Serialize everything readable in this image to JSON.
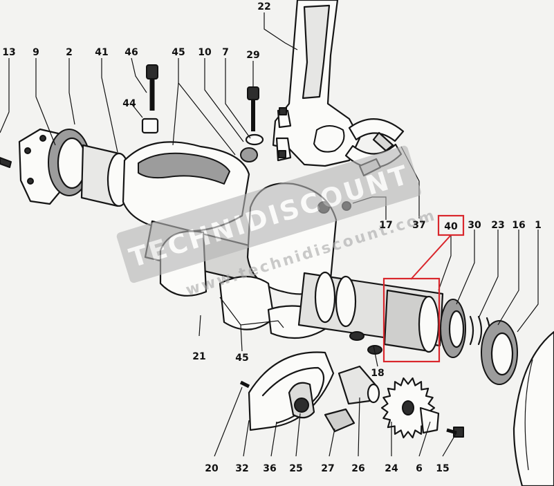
{
  "diagram": {
    "type": "exploded parts diagram",
    "highlighted_part": "40",
    "highlight_color": "#d9262c",
    "watermark": {
      "primary": "TECHNIDISCOUNT",
      "secondary": "www.technidiscount.com",
      "color": "#a8a8a8"
    },
    "callouts": [
      {
        "id": "22",
        "label": "22"
      },
      {
        "id": "13",
        "label": "13"
      },
      {
        "id": "9",
        "label": "9"
      },
      {
        "id": "2",
        "label": "2"
      },
      {
        "id": "41",
        "label": "41"
      },
      {
        "id": "46",
        "label": "46"
      },
      {
        "id": "45-top",
        "label": "45"
      },
      {
        "id": "10",
        "label": "10"
      },
      {
        "id": "7",
        "label": "7"
      },
      {
        "id": "29",
        "label": "29"
      },
      {
        "id": "44",
        "label": "44"
      },
      {
        "id": "17",
        "label": "17"
      },
      {
        "id": "37",
        "label": "37"
      },
      {
        "id": "40",
        "label": "40"
      },
      {
        "id": "30",
        "label": "30"
      },
      {
        "id": "23",
        "label": "23"
      },
      {
        "id": "16",
        "label": "16"
      },
      {
        "id": "1",
        "label": "1"
      },
      {
        "id": "21",
        "label": "21"
      },
      {
        "id": "45-bottom",
        "label": "45"
      },
      {
        "id": "18",
        "label": "18"
      },
      {
        "id": "20",
        "label": "20"
      },
      {
        "id": "32",
        "label": "32"
      },
      {
        "id": "36",
        "label": "36"
      },
      {
        "id": "25",
        "label": "25"
      },
      {
        "id": "27",
        "label": "27"
      },
      {
        "id": "26",
        "label": "26"
      },
      {
        "id": "24",
        "label": "24"
      },
      {
        "id": "6",
        "label": "6"
      },
      {
        "id": "15",
        "label": "15"
      }
    ]
  }
}
